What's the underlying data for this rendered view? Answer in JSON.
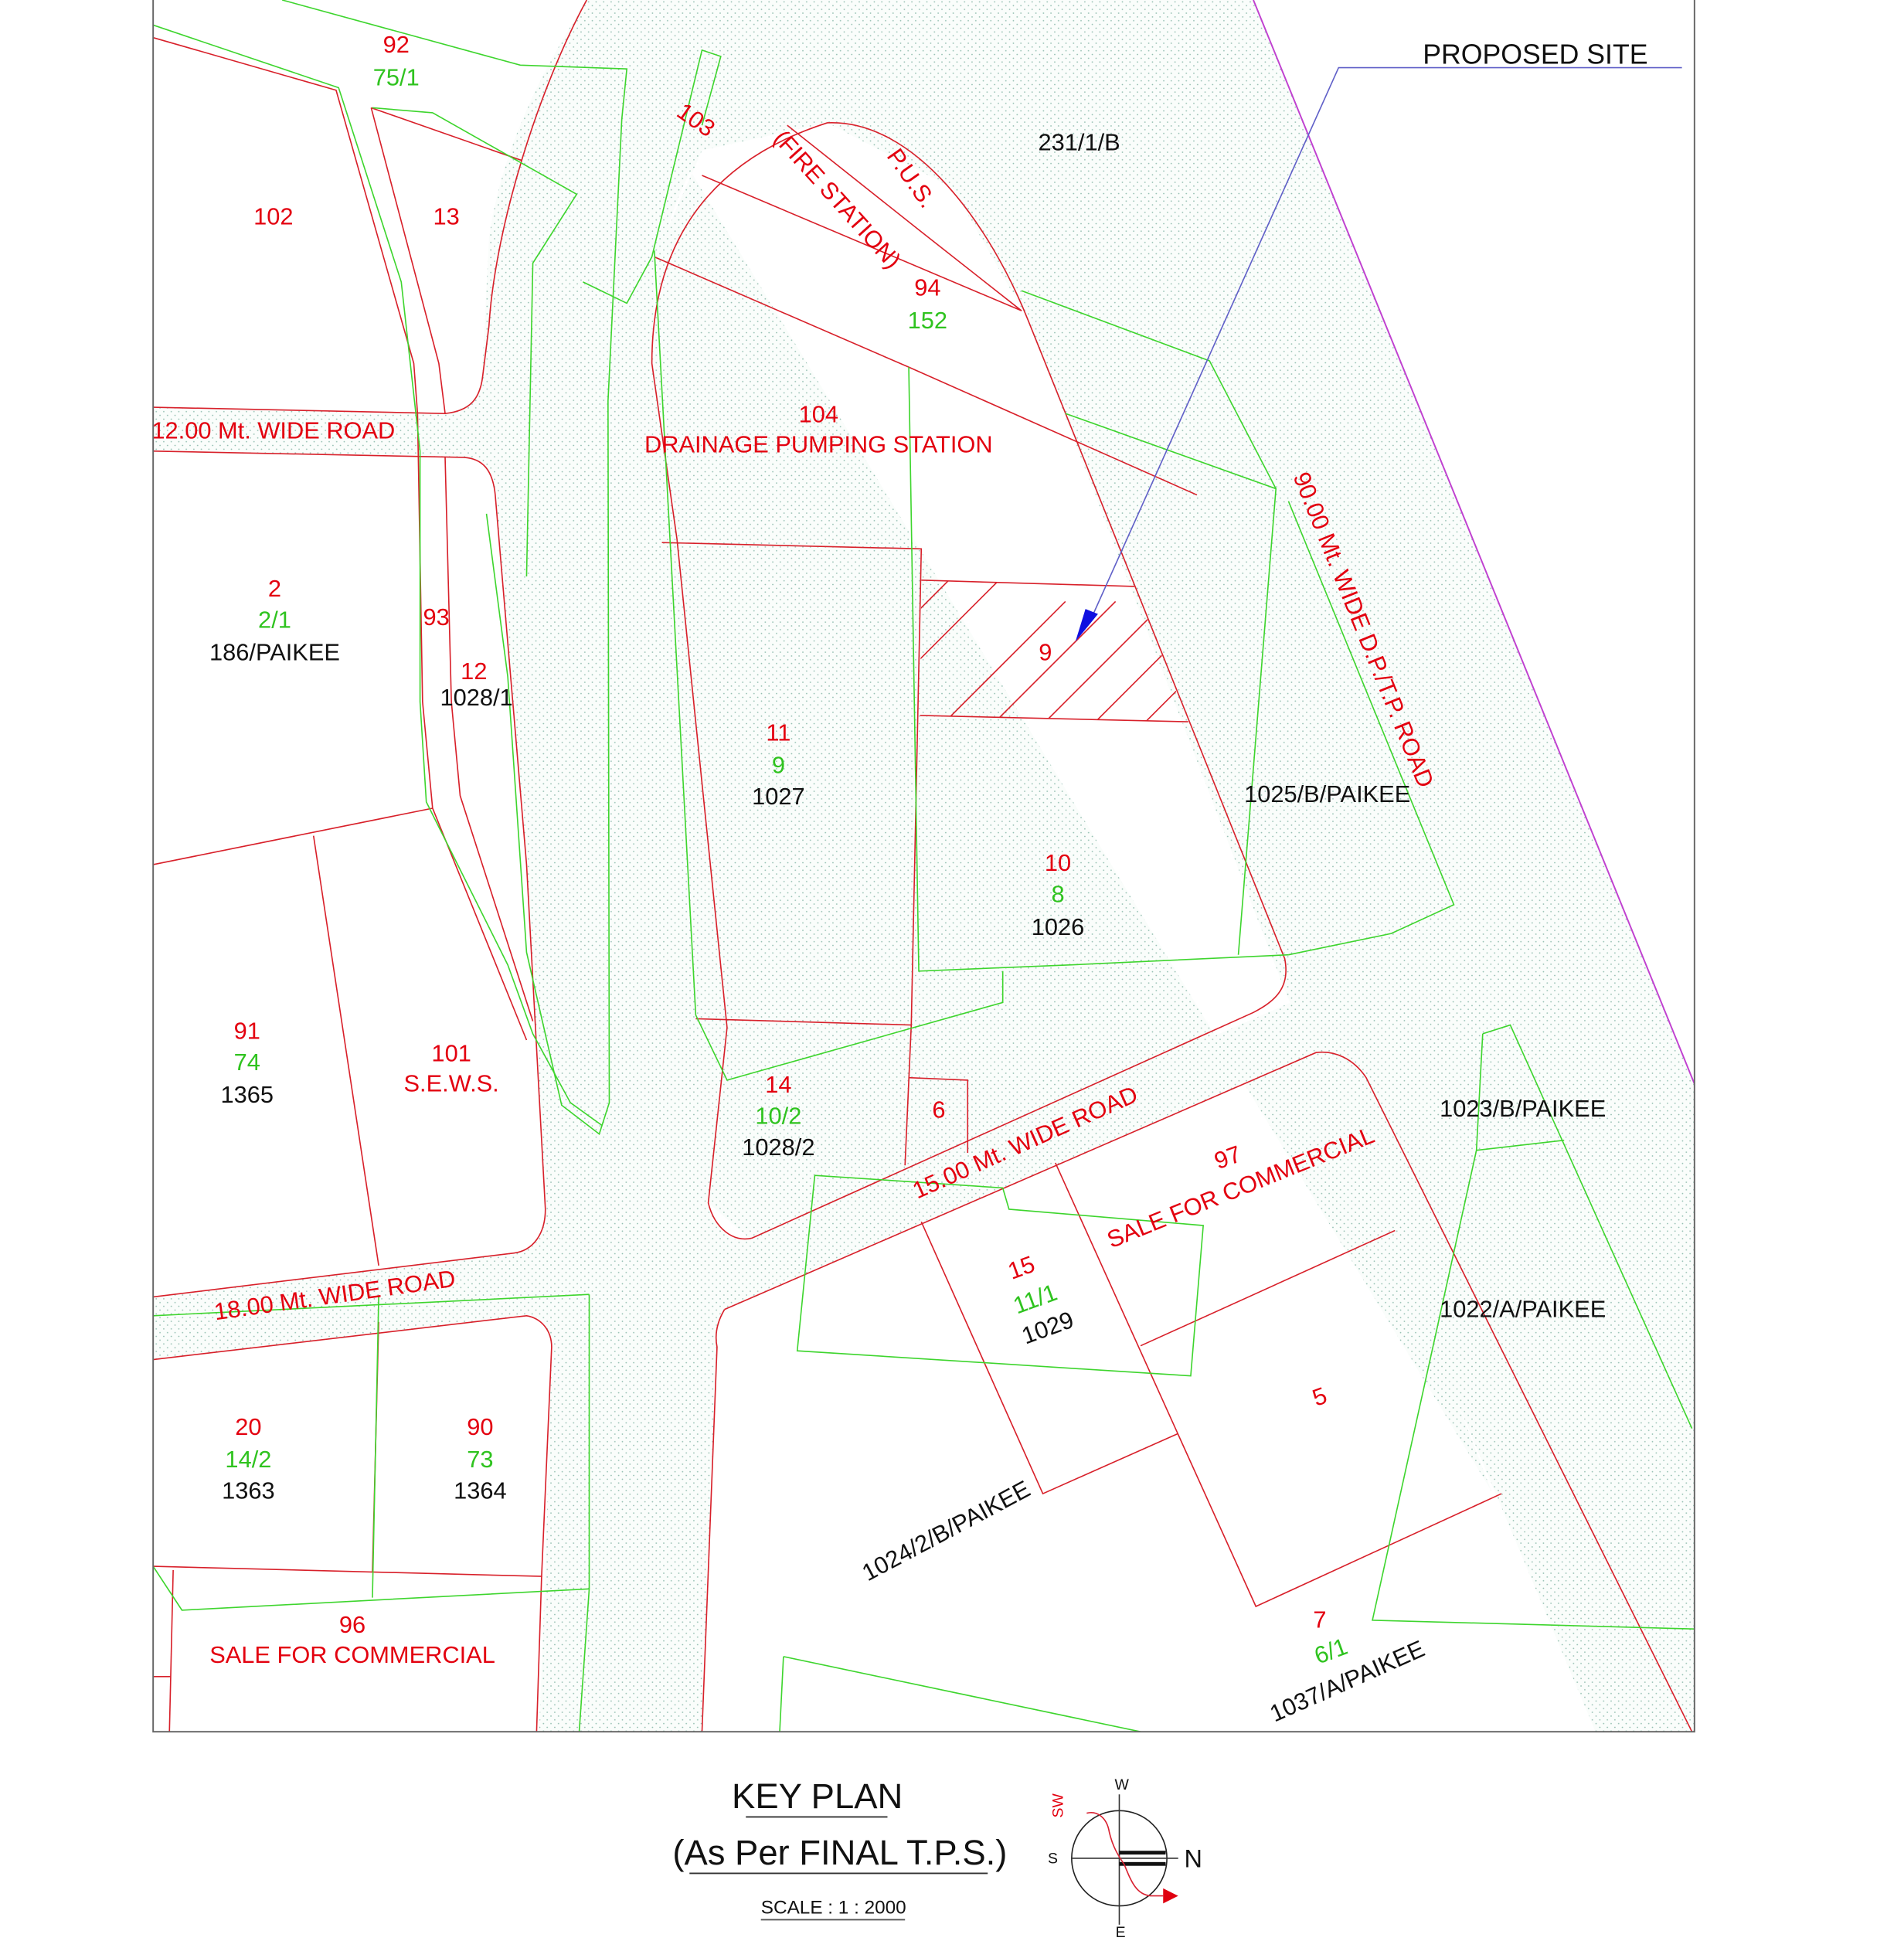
{
  "drawing": {
    "title": "KEY PLAN",
    "subtitle": "(As Per FINAL T.P.S.)",
    "scale": "SCALE : 1 : 2000",
    "proposed_site_label": "PROPOSED SITE",
    "colors": {
      "fp_number": "#e3000f",
      "op_number": "#2fc31f",
      "survey_number": "#111111",
      "tps_boundary": "#d8202a",
      "old_boundary": "#3ed52e",
      "dp_road_edge": "#c040d0",
      "leader_line": "#2020c0",
      "road_fill_dots": "#9bc4b8"
    }
  },
  "compass": {
    "north": "N",
    "south": "S",
    "east": "E",
    "west": "W",
    "wind": "SW"
  },
  "roads": {
    "r12": "12.00 Mt. WIDE ROAD",
    "r18": "18.00 Mt. WIDE ROAD",
    "r15": "15.00 Mt. WIDE ROAD",
    "r90": "90.00 Mt. WIDE D.P./T.P. ROAD"
  },
  "plots": {
    "p92": {
      "fp": "92",
      "op": "75/1"
    },
    "p102": {
      "fp": "102"
    },
    "p13": {
      "fp": "13"
    },
    "p103": {
      "fp": "103"
    },
    "p_fire": {
      "label": "(FIRE STATION)",
      "use": "P.U.S."
    },
    "p231": {
      "survey": "231/1/B"
    },
    "p94": {
      "fp": "94",
      "op": "152"
    },
    "p104": {
      "fp": "104",
      "use": "DRAINAGE PUMPING STATION"
    },
    "p2": {
      "fp": "2",
      "op": "2/1",
      "survey": "186/PAIKEE"
    },
    "p93": {
      "fp": "93"
    },
    "p12": {
      "fp": "12",
      "survey": "1028/1"
    },
    "p9": {
      "fp": "9"
    },
    "p11": {
      "fp": "11",
      "op": "9",
      "survey": "1027"
    },
    "p10": {
      "fp": "10",
      "op": "8",
      "survey": "1026"
    },
    "p1025": {
      "survey": "1025/B/PAIKEE"
    },
    "p91": {
      "fp": "91",
      "op": "74",
      "survey": "1365"
    },
    "p101": {
      "fp": "101",
      "use": "S.E.W.S."
    },
    "p14": {
      "fp": "14",
      "op": "10/2",
      "survey": "1028/2"
    },
    "p6": {
      "fp": "6"
    },
    "p97": {
      "fp": "97",
      "use": "SALE FOR COMMERCIAL"
    },
    "p1023": {
      "survey": "1023/B/PAIKEE"
    },
    "p15": {
      "fp": "15",
      "op": "11/1",
      "survey": "1029"
    },
    "p1022": {
      "survey": "1022/A/PAIKEE"
    },
    "p5": {
      "fp": "5"
    },
    "p20": {
      "fp": "20",
      "op": "14/2",
      "survey": "1363"
    },
    "p90": {
      "fp": "90",
      "op": "73",
      "survey": "1364"
    },
    "p1024": {
      "survey": "1024/2/B/PAIKEE"
    },
    "p96": {
      "fp": "96",
      "use": "SALE FOR COMMERCIAL"
    },
    "p7": {
      "fp": "7",
      "op": "6/1",
      "survey": "1037/A/PAIKEE"
    }
  }
}
